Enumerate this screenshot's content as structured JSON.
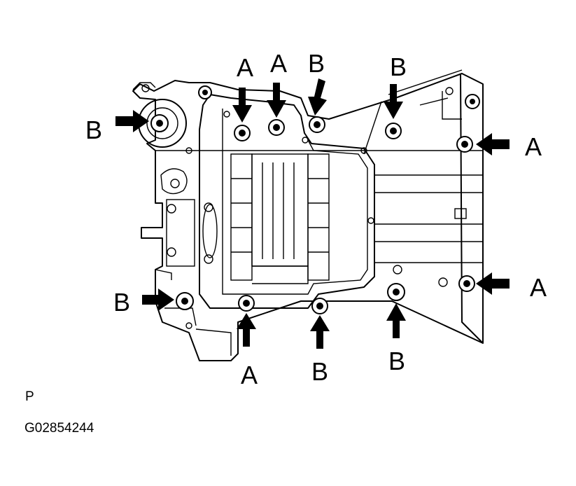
{
  "figure": {
    "view_code": "P",
    "figure_id": "G02854244"
  },
  "callouts": [
    {
      "id": "top-a1",
      "label": "A"
    },
    {
      "id": "top-a2",
      "label": "A"
    },
    {
      "id": "top-b1",
      "label": "B"
    },
    {
      "id": "top-b2",
      "label": "B"
    },
    {
      "id": "left-b-top",
      "label": "B"
    },
    {
      "id": "right-a-top",
      "label": "A"
    },
    {
      "id": "right-a-bottom",
      "label": "A"
    },
    {
      "id": "left-b-bottom",
      "label": "B"
    },
    {
      "id": "bottom-a",
      "label": "A"
    },
    {
      "id": "bottom-b1",
      "label": "B"
    },
    {
      "id": "bottom-b2",
      "label": "B"
    }
  ]
}
